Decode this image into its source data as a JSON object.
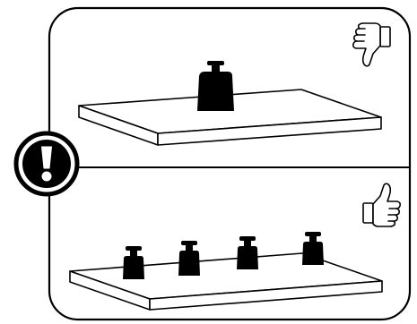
{
  "illustration": {
    "warning_icon": "exclamation-circle-icon",
    "panels": [
      {
        "id": "incorrect",
        "verdict_icon": "thumbs-down-icon",
        "weight_count": 1
      },
      {
        "id": "correct",
        "verdict_icon": "thumbs-up-icon",
        "weight_count": 4
      }
    ]
  },
  "colors": {
    "line": "#000000",
    "background": "#ffffff",
    "weight_fill": "#000000"
  }
}
